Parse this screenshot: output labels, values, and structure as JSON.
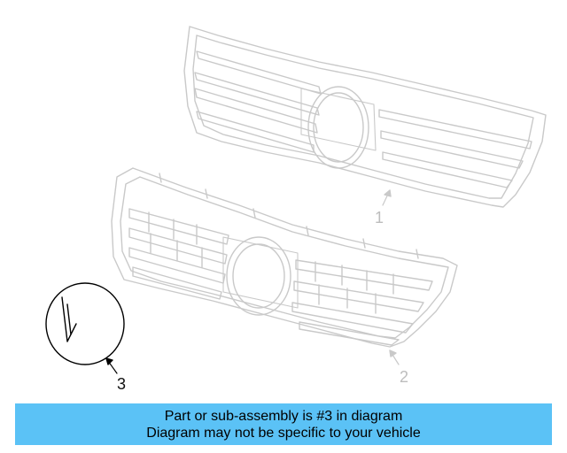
{
  "colors": {
    "part_stroke": "#c9c9c9",
    "highlight_stroke": "#000000",
    "banner_bg": "#5bc2f6",
    "callout_faded": "#bdbdbd",
    "callout_active": "#111111"
  },
  "callouts": {
    "part1": "1",
    "part2": "2",
    "part3": "3"
  },
  "banner": {
    "line1": "Part or sub-assembly is #3 in diagram",
    "line2": "Diagram may not be specific to your vehicle"
  }
}
